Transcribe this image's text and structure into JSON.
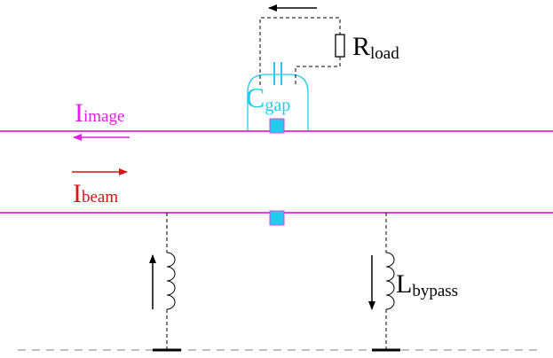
{
  "labels": {
    "i_image_main": "I",
    "i_image_sub": "image",
    "i_beam_main": "I",
    "i_beam_sub": "beam",
    "c_gap_main": "C",
    "c_gap_sub": "gap",
    "r_load_main": "R",
    "r_load_sub": "load",
    "l_bypass_main": "L",
    "l_bypass_sub": "bypass"
  },
  "colors": {
    "beam_pipe": "#e040e0",
    "image_current": "#e020e0",
    "beam_current": "#dd1111",
    "gap": "#22ccee",
    "wire": "#000000",
    "ground_line": "#999999"
  }
}
